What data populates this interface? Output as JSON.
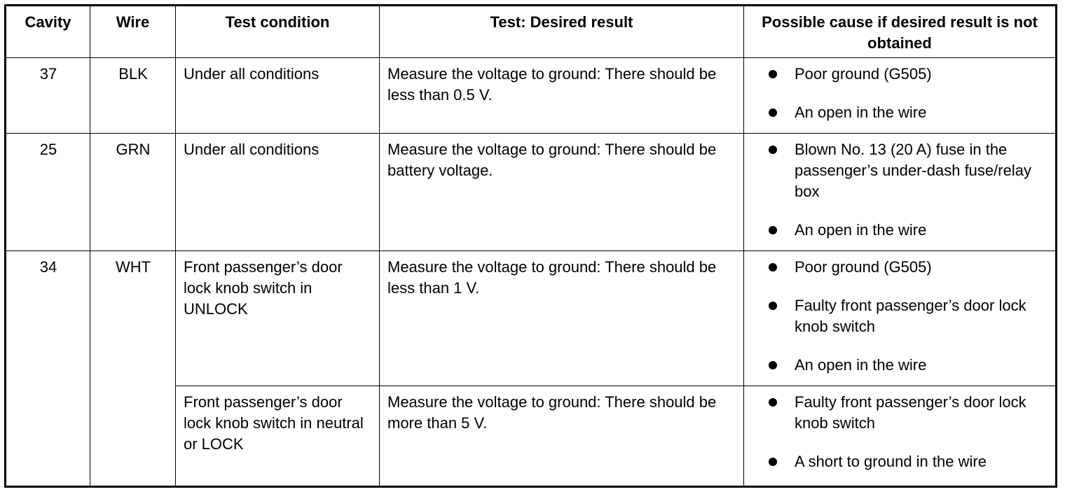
{
  "headers": {
    "cavity": "Cavity",
    "wire": "Wire",
    "test_condition": "Test condition",
    "desired_result": "Test: Desired result",
    "possible_cause": "Possible cause if desired result is not obtained"
  },
  "rows": [
    {
      "cavity": "37",
      "wire": "BLK",
      "condition": "Under all conditions",
      "result": "Measure the voltage to ground: There should be less than 0.5 V.",
      "causes": [
        "Poor ground (G505)",
        "An open in the wire"
      ]
    },
    {
      "cavity": "25",
      "wire": "GRN",
      "condition": "Under all conditions",
      "result": "Measure the voltage to ground: There should be battery voltage.",
      "causes": [
        "Blown No. 13 (20 A) fuse in the passenger’s under-dash fuse/relay box",
        "An open in the wire"
      ]
    },
    {
      "cavity": "34",
      "wire": "WHT",
      "condition": "Front passenger’s door lock knob switch in UNLOCK",
      "result": "Measure the voltage to ground: There should be less than 1 V.",
      "causes": [
        "Poor ground (G505)",
        "Faulty front passenger’s door lock knob switch",
        "An open in the wire"
      ]
    },
    {
      "condition": "Front passenger’s door lock knob switch in neutral or LOCK",
      "result": "Measure the voltage to ground: There should be more than 5 V.",
      "causes": [
        "Faulty front passenger’s door lock knob switch",
        "A short to ground in the wire"
      ]
    }
  ]
}
